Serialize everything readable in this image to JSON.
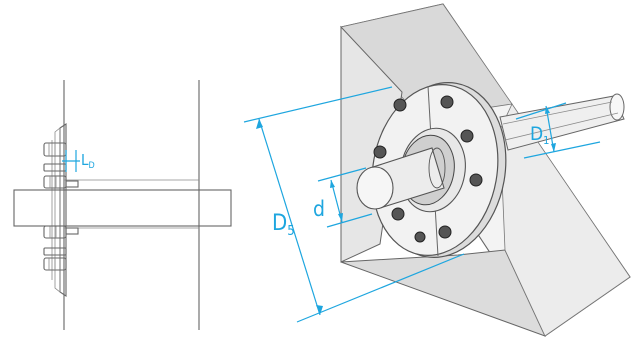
{
  "figure": {
    "section_view": {
      "labels": {
        "ld_main": "L",
        "ld_sub": "D"
      }
    },
    "isometric_view": {
      "labels": {
        "d5_main": "D",
        "d5_sub": "5",
        "d1_main": "D",
        "d1_sub": "1",
        "d": "d"
      }
    }
  },
  "colors": {
    "dimension": "#1ea6df",
    "outline": "#666666",
    "face_light": "#f4f4f4",
    "face_mid": "#e4e4e4",
    "face_dark": "#d2d2d2"
  }
}
